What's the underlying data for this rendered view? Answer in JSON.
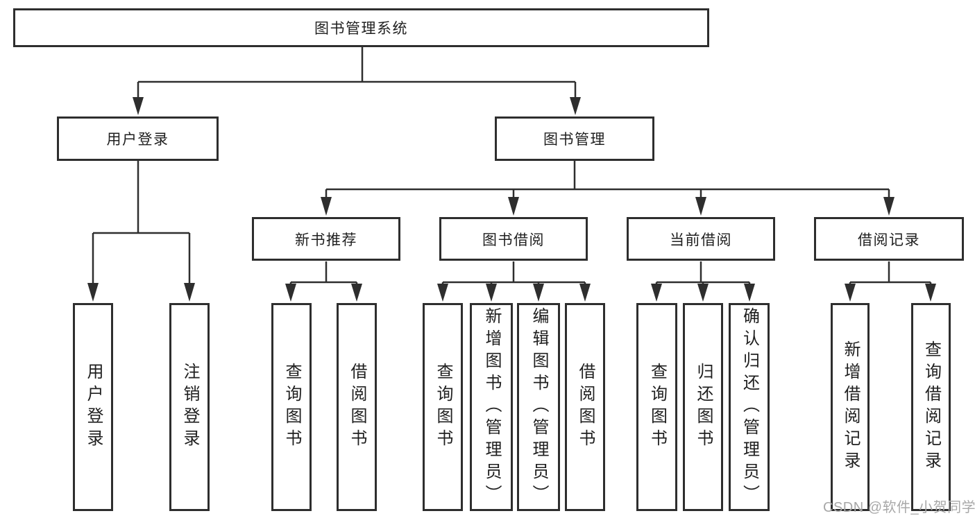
{
  "tree": {
    "root": "图书管理系统",
    "branches": [
      {
        "label": "用户登录",
        "children": [
          "用户登录",
          "注销登录"
        ]
      },
      {
        "label": "图书管理",
        "modules": [
          {
            "label": "新书推荐",
            "children": [
              "查询图书",
              "借阅图书"
            ]
          },
          {
            "label": "图书借阅",
            "children": [
              "查询图书",
              "新增图书（管理员）",
              "编辑图书（管理员）",
              "借阅图书"
            ]
          },
          {
            "label": "当前借阅",
            "children": [
              "查询图书",
              "归还图书",
              "确认归还（管理员）"
            ]
          },
          {
            "label": "借阅记录",
            "children": [
              "新增借阅记录",
              "查询借阅记录"
            ]
          }
        ]
      }
    ]
  },
  "watermark": {
    "text": "CSDN @软件_小贺同学"
  },
  "colors": {
    "line": "#2e2e2e",
    "text": "#1f1f1f",
    "node_fill": "#ffffff",
    "watermark": "#a8a8a8",
    "background": "#ffffff"
  }
}
